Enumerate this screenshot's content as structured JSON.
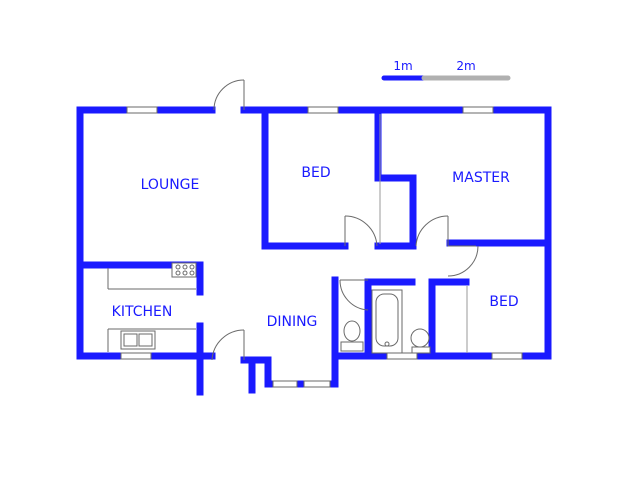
{
  "scale": {
    "label_1": "1m",
    "label_2": "2m"
  },
  "rooms": {
    "lounge": "LOUNGE",
    "bed_1": "BED",
    "master": "MASTER",
    "bed_2": "BED",
    "kitchen": "KITCHEN",
    "dining": "DINING"
  },
  "colors": {
    "wall": "#1a1aff",
    "scale_dark": "#1a1aff",
    "scale_light": "#b0b0b0",
    "fixture": "#6a6a6a"
  }
}
